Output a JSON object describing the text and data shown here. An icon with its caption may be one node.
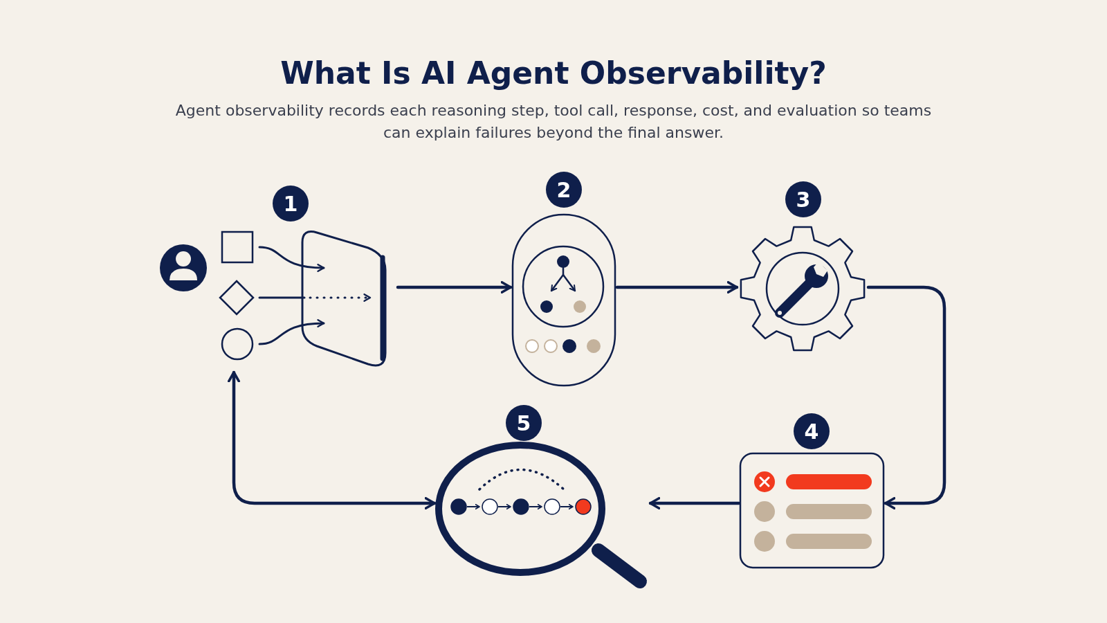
{
  "diagram": {
    "title": "What Is AI Agent Observability?",
    "nodes": [
      {
        "text": [
          "1"
        ]
      },
      {
        "text": [
          "2"
        ]
      },
      {
        "text": [
          "3"
        ]
      },
      {
        "text": [
          "4"
        ]
      },
      {
        "text": [
          "5"
        ]
      }
    ],
    "edges": [
      {
        "from": 0,
        "to": 1,
        "arrow": "to"
      },
      {
        "from": 1,
        "to": 2,
        "arrow": "to"
      },
      {
        "from": 2,
        "to": 3,
        "arrow": "to"
      },
      {
        "from": 3,
        "to": 4,
        "arrow": "to"
      },
      {
        "from": 4,
        "to": 0,
        "arrow": "both"
      }
    ],
    "labels": [
      "Agent observability records each reasoning step, tool call, response, cost, and evaluation so teams can explain failures beyond the final answer."
    ]
  }
}
